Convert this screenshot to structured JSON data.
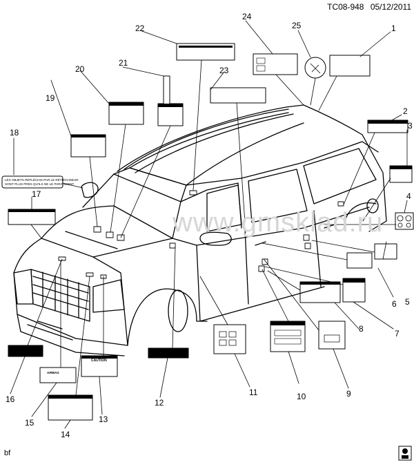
{
  "header": {
    "code": "TC08-948",
    "date": "05/12/2011"
  },
  "footer": {
    "initials": "bf"
  },
  "watermark": "www.gmsklad.ru",
  "callouts": [
    "1",
    "2",
    "3",
    "4",
    "5",
    "6",
    "7",
    "8",
    "9",
    "10",
    "11",
    "12",
    "13",
    "14",
    "15",
    "16",
    "17",
    "18",
    "19",
    "20",
    "21",
    "22",
    "23",
    "24",
    "25"
  ],
  "labels": {
    "l18_line1": "LES OBJETS RÉFLÉCHIS PAR LE RÉTROVISEUR",
    "l18_line2": "SONT PLUS PRÈS QU'ILS NE LE PARAISSENT",
    "l13_caution": "CAUTION",
    "l15_airbag": "AIRBAG"
  }
}
